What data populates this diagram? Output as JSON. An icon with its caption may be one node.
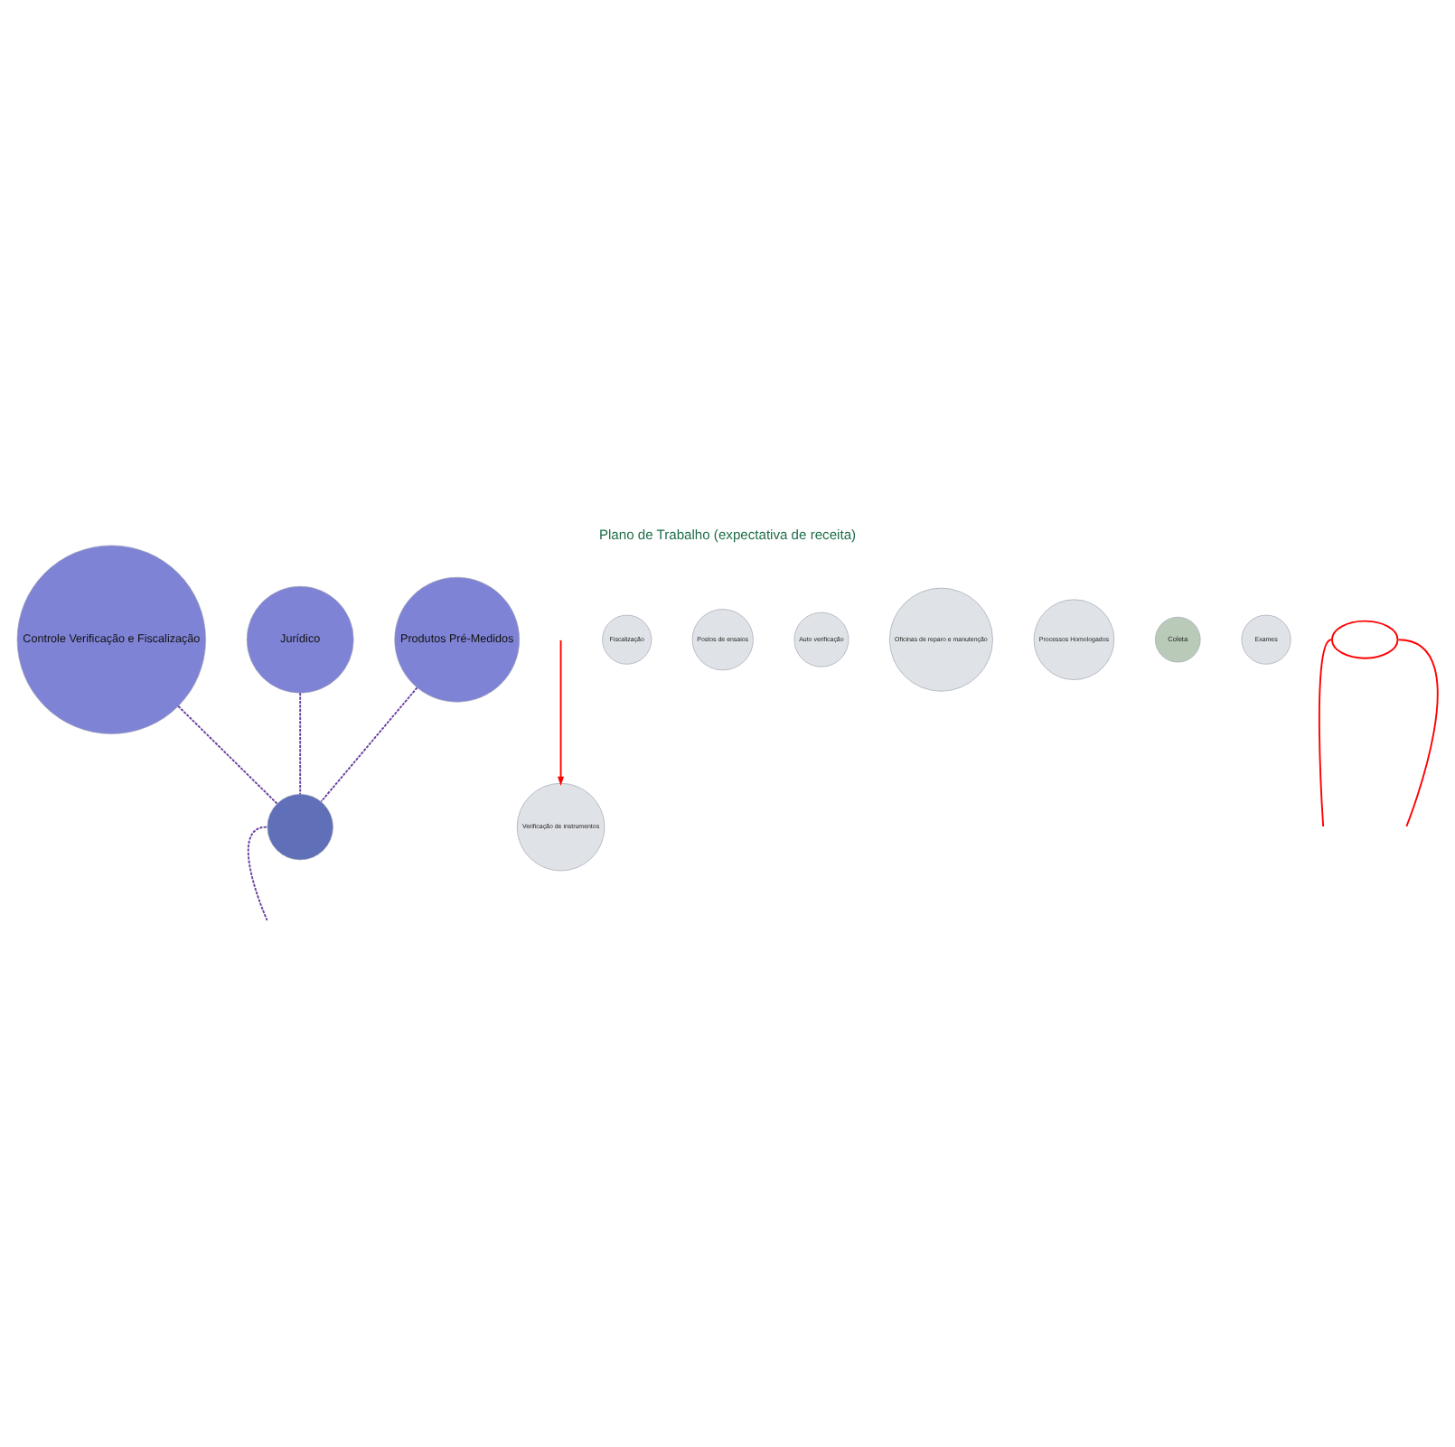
{
  "diagram": {
    "title": "Plano de Trabalho (expectativa de receita)",
    "nodes": [
      {
        "text": [
          "Controle Verificação e Fiscalização"
        ]
      },
      {
        "text": [
          "Verificação de instrumentos"
        ]
      },
      {
        "text": [
          "Fiscalização"
        ]
      },
      {
        "text": [
          "Postos de ensaios"
        ]
      },
      {
        "text": [
          "Auto verificação"
        ]
      },
      {
        "text": [
          "Oficinas de reparo e manutenção"
        ]
      },
      {
        "text": [
          "Jurídico"
        ]
      },
      {
        "text": [
          "Processos Homologados"
        ]
      },
      {
        "text": [
          "Produtos Pré-Medidos"
        ]
      },
      {
        "text": [
          "Coleta"
        ]
      },
      {
        "text": [
          "Exames"
        ]
      },
      {
        "text": [],
        "shape": "circle"
      },
      {
        "text": [],
        "shape": "ellipse"
      }
    ],
    "edges": [
      {
        "from": null,
        "to": 1,
        "arrow": "to",
        "color": "#ff0000"
      },
      {
        "from": 12,
        "to": null,
        "arrow": "none",
        "color": "#ff0000"
      },
      {
        "from": 12,
        "to": null,
        "arrow": "none",
        "color": "#ff0000"
      },
      {
        "from": 0,
        "to": 11,
        "arrow": "none",
        "style": "dashed"
      },
      {
        "from": 8,
        "to": 11,
        "arrow": "none",
        "style": "dashed"
      },
      {
        "from": 6,
        "to": 11,
        "arrow": "none",
        "style": "dashed"
      },
      {
        "from": 11,
        "to": null,
        "arrow": "none",
        "style": "dashed"
      }
    ]
  }
}
